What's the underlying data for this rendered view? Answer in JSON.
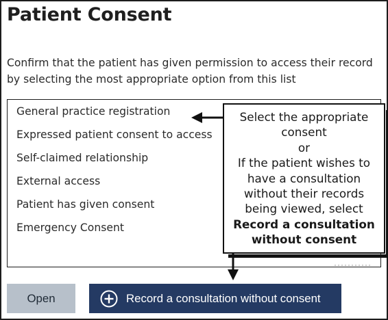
{
  "dialog": {
    "title": "Patient Consent",
    "instructions_line1": "Confirm that the patient has given permission to access their record",
    "instructions_line2": "by selecting the most appropriate option from this list"
  },
  "consent_options": [
    "General practice registration",
    "Expressed patient consent to access",
    "Self-claimed relationship",
    "External access",
    "Patient has given consent",
    "Emergency Consent"
  ],
  "callout": {
    "line1": "Select the appropriate",
    "line2": "consent",
    "line3": "or",
    "line4": "If the patient wishes to",
    "line5": "have a consultation",
    "line6": "without their records",
    "line7": "being viewed, select",
    "bold_line1": "Record a consultation",
    "bold_line2": "without consent"
  },
  "buttons": {
    "open_label": "Open",
    "record_label": "Record a consultation without consent",
    "record_icon": "plus-circle-icon"
  },
  "colors": {
    "open_button_bg": "#b7c0ca",
    "record_button_bg": "#243a63"
  }
}
